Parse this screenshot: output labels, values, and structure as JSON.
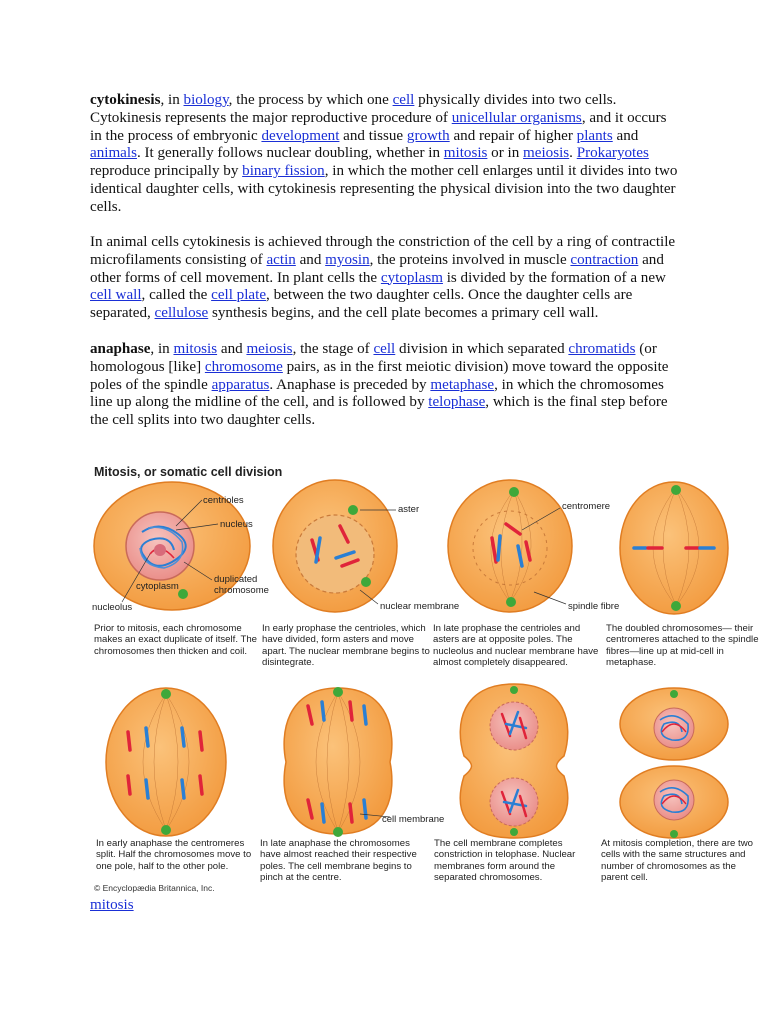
{
  "p1": {
    "term": "cytokinesis",
    "t1": ", in ",
    "l1": "biology",
    "t2": ", the process by which one ",
    "l2": "cell",
    "t3": " physically divides into two cells. Cytokinesis represents the major reproductive procedure of ",
    "l3": "unicellular organisms",
    "t4": ", and it occurs in the process of embryonic ",
    "l4": "development",
    "t5": " and tissue ",
    "l5": "growth",
    "t6": " and repair of higher ",
    "l6": "plants",
    "t7": " and ",
    "l7": "animals",
    "t8": ". It generally follows nuclear doubling, whether in ",
    "l8": "mitosis",
    "t9": " or in ",
    "l9": "meiosis",
    "t10": ". ",
    "l10": "Prokaryotes",
    "t11": " reproduce principally by ",
    "l11": "binary fission",
    "t12": ", in which the mother cell enlarges until it divides into two identical daughter cells, with cytokinesis representing the physical division into the two daughter cells."
  },
  "p2": {
    "t1": "In animal cells cytokinesis is achieved through the constriction of the cell by a ring of contractile microfilaments consisting of ",
    "l1": "actin",
    "t2": " and ",
    "l2": "myosin",
    "t3": ", the proteins involved in muscle ",
    "l3": "contraction",
    "t4": " and other forms of cell movement. In plant cells the ",
    "l4": "cytoplasm",
    "t5": " is divided by the formation of a new ",
    "l5": "cell wall",
    "t6": ", called the ",
    "l6": "cell plate",
    "t7": ", between the two daughter cells. Once the daughter cells are separated, ",
    "l7": "cellulose",
    "t8": " synthesis begins, and the cell plate becomes a primary cell wall."
  },
  "p3": {
    "term": "anaphase",
    "t1": ", in ",
    "l1": "mitosis",
    "t2": " and ",
    "l2": "meiosis",
    "t3": ", the stage of ",
    "l3": "cell",
    "t4": " division in which separated ",
    "l4": "chromatids",
    "t5": " (or homologous [like] ",
    "l5": "chromosome",
    "t6": " pairs, as in the first meiotic division) move toward the opposite poles of the spindle ",
    "l6": "apparatus",
    "t7": ". Anaphase is preceded by ",
    "l7": "metaphase",
    "t8": ", in which the chromosomes line up along the midline of the cell, and is followed by ",
    "l8": "telophase",
    "t9": ", which is the final step before the cell splits into two daughter cells."
  },
  "figure": {
    "title": "Mitosis, or somatic cell division",
    "labels": {
      "centrioles": "centrioles",
      "nucleus": "nucleus",
      "duplicated": "duplicated",
      "chromosome": "chromosome",
      "cytoplasm": "cytoplasm",
      "nucleolus": "nucleolus",
      "aster": "aster",
      "nuclear_membrane": "nuclear membrane",
      "centromere": "centromere",
      "spindle_fibre": "spindle fibre",
      "cell_membrane": "cell membrane"
    },
    "captions": [
      "Prior to mitosis, each chromosome makes an exact duplicate of itself. The chromosomes then thicken and coil.",
      "In early prophase the centrioles, which have divided, form asters and move apart. The nuclear membrane begins to disintegrate.",
      "In late prophase the centrioles and asters are at opposite poles. The nucleolus and nuclear membrane have almost completely disappeared.",
      "The doubled chromosomes— their centromeres attached to the spindle fibres—line up at mid-cell in metaphase.",
      "In early anaphase the centromeres split. Half the chromosomes move to one pole, half to the other pole.",
      "In late anaphase the chromosomes have almost reached their respective poles. The cell membrane begins to pinch at the centre.",
      "The cell membrane completes constriction in telophase. Nuclear membranes form around the separated chromosomes.",
      "At mitosis completion, there are two cells with the same structures and number of chromosomes as the parent cell."
    ],
    "copyright": "© Encyclopædia Britannica, Inc.",
    "colors": {
      "cell_fill": "#f5a64e",
      "cell_edge": "#e07d22",
      "nucleus_fill": "#f0a4a0",
      "chrom_red": "#e0243a",
      "chrom_blue": "#2a7fd4",
      "centriole": "#3fa83a",
      "link": "#1a2fd6"
    }
  },
  "bottom_link": "mitosis"
}
